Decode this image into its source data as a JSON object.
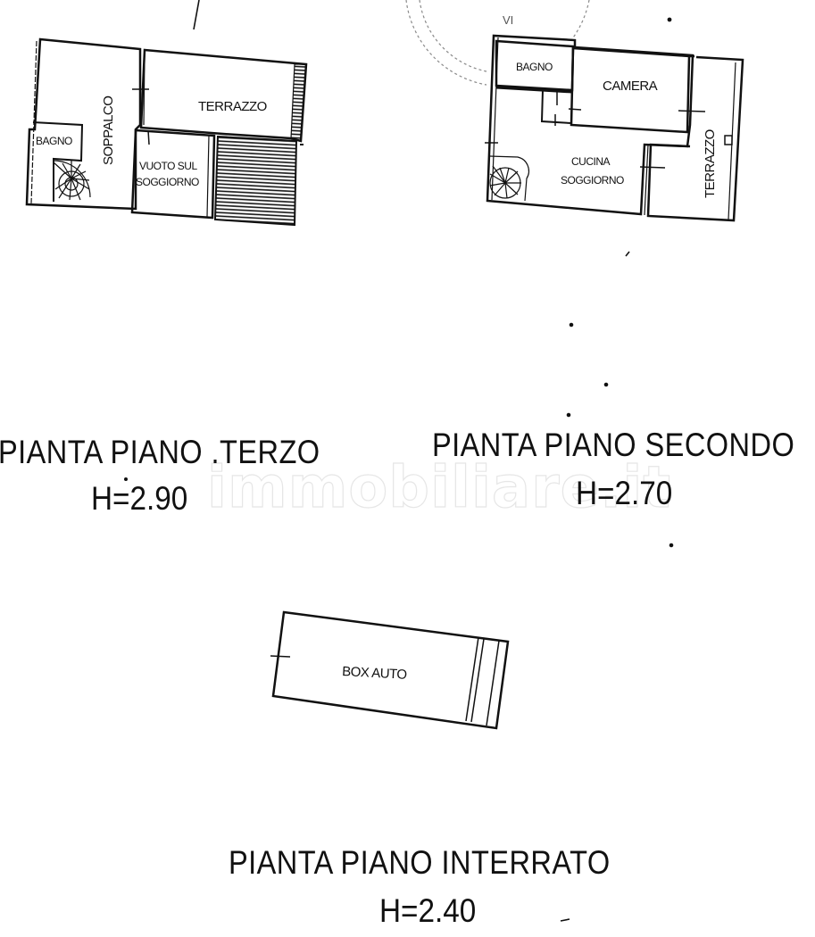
{
  "watermark": "immobiliare.it",
  "plans": {
    "third_floor": {
      "title": "PIANTA PIANO .TERZO",
      "height": "H=2.90",
      "rooms": {
        "soppalco": "SOPPALCO",
        "terrazzo": "TERRAZZO",
        "bagno": "BAGNO",
        "vuoto_line1": "VUOTO SUL",
        "vuoto_line2": "SOGGIORNO"
      }
    },
    "second_floor": {
      "title": "PIANTA PIANO SECONDO",
      "height": "H=2.70",
      "rooms": {
        "bagno": "BAGNO",
        "camera": "CAMERA",
        "cucina_line1": "CUCINA",
        "cucina_line2": "SOGGIORNO",
        "terrazzo": "TERRAZZO"
      },
      "stamp_text": "VI"
    },
    "basement": {
      "title": "PIANTA PIANO INTERRATO",
      "height": "H=2.40",
      "rooms": {
        "box_auto": "BOX AUTO"
      }
    }
  },
  "colors": {
    "ink": "#111111",
    "stamp": "#8a8a8a",
    "watermark": "#e6e6e6",
    "background": "#ffffff"
  }
}
